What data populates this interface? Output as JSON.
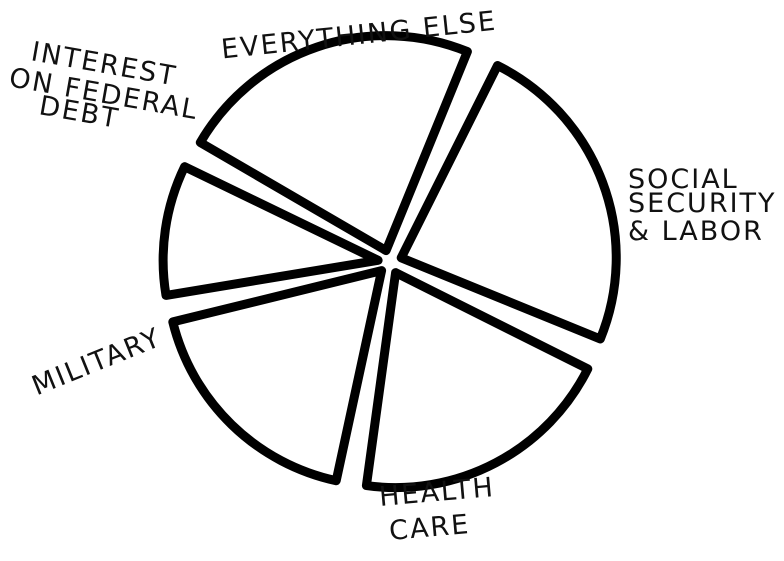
{
  "chart_data": {
    "type": "pie",
    "style": "hand-drawn, exploded slices, black outline, no fill",
    "slices": [
      {
        "label": [
          "EVERYTHING ELSE"
        ],
        "value": 24
      },
      {
        "label": [
          "SOCIAL",
          "SECURITY",
          "& LABOR"
        ],
        "value": 25
      },
      {
        "label": [
          "HEALTH",
          "CARE"
        ],
        "value": 21
      },
      {
        "label": [
          "MILITARY"
        ],
        "value": 19
      },
      {
        "label": [
          "INTEREST",
          "ON FEDERAL",
          "DEBT"
        ],
        "value": 11
      }
    ],
    "colors": {
      "stroke": "#000000",
      "fill": "#ffffff",
      "text": "#111111"
    }
  }
}
